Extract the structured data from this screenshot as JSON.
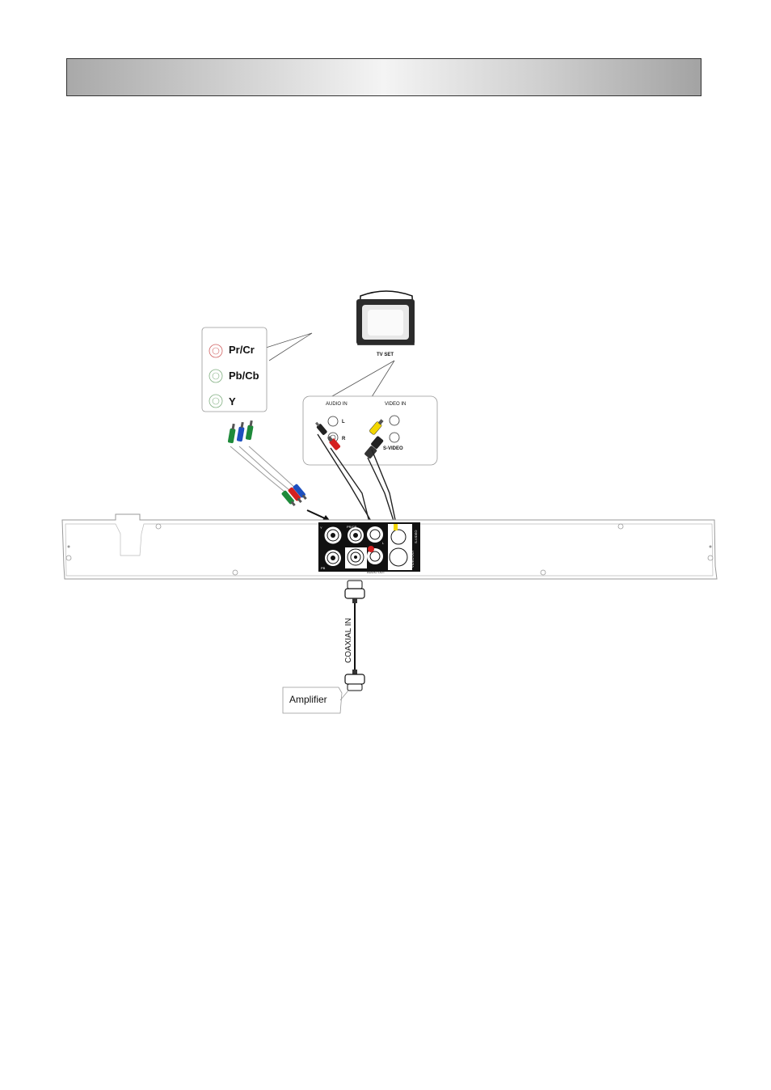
{
  "component_labels": {
    "pr": "Pr/Cr",
    "pb": "Pb/Cb",
    "y": "Y"
  },
  "tv": {
    "label": "TV SET"
  },
  "tv_panel": {
    "audio_in": "AUDIO IN",
    "left": "L",
    "right": "R",
    "video_in": "VIDEO IN",
    "svideo": "S-VIDEO"
  },
  "player_panel": {
    "y_out": "Y",
    "pr_cr": "PR/CR",
    "pb": "PB",
    "coaxial": "COAXIAL",
    "audio_out": "AUDIO OUT",
    "l": "L",
    "video_out": "VIDEO OUT",
    "s_video": "S-VIDEO"
  },
  "coax_cable": {
    "label": "COAXIAL IN"
  },
  "amplifier": {
    "label": "Amplifier"
  },
  "colors": {
    "red": "#d42020",
    "green": "#1e8a3a",
    "blue": "#1d4fbf",
    "yellow": "#f2d600"
  }
}
